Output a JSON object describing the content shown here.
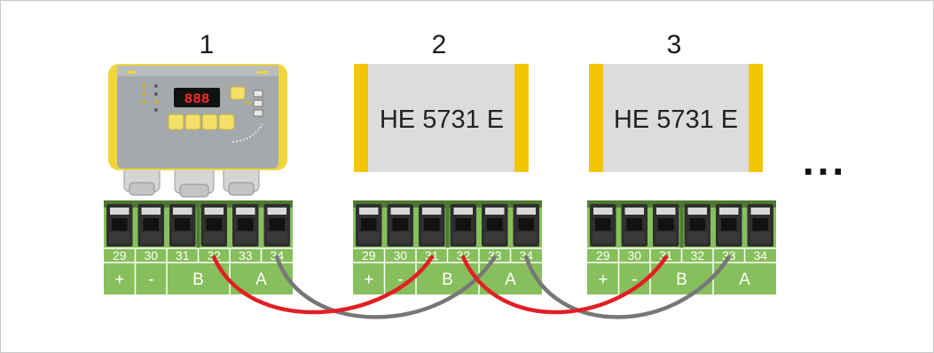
{
  "devices": [
    {
      "number": "1",
      "type": "controller",
      "display": "888"
    },
    {
      "number": "2",
      "type": "module",
      "label": "HE 5731 E"
    },
    {
      "number": "3",
      "type": "module",
      "label": "HE 5731 E"
    }
  ],
  "ellipsis": "...",
  "terminals": [
    "29",
    "30",
    "31",
    "32",
    "33",
    "34"
  ],
  "groups": {
    "plus": "+",
    "minus": "-",
    "b": "B",
    "a": "A"
  },
  "colors": {
    "terminal_green": "#86bf5b",
    "terminal_dark": "#4d7a31",
    "module_body": "#dcdcdc",
    "module_side": "#f2c600",
    "wire_red": "#e31e24",
    "wire_gray": "#777777",
    "controller_body": "#a4aaab",
    "controller_trim": "#f0d63b"
  }
}
